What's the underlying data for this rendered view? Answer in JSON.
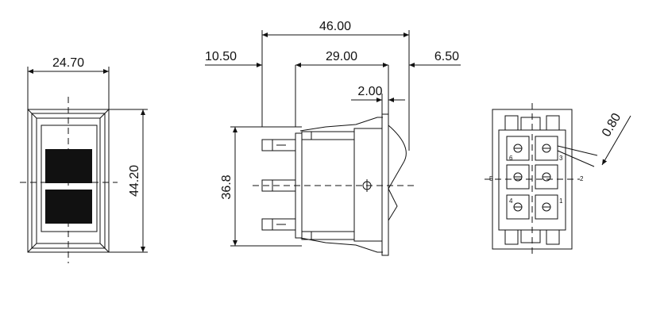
{
  "front_view": {
    "width_dim": "24.70",
    "height_dim": "44.20"
  },
  "side_view": {
    "overall_dim": "46.00",
    "left_dim": "10.50",
    "body_dim": "29.00",
    "right_dim": "6.50",
    "small_dim": "2.00",
    "height_dim": "36.8"
  },
  "rear_view": {
    "gap_dim": "0.80",
    "terminal_labels": [
      "6",
      "3",
      "5",
      "2",
      "4",
      "1"
    ]
  }
}
